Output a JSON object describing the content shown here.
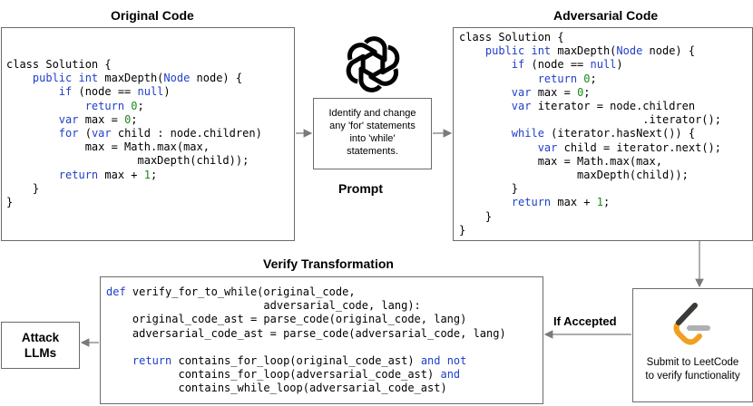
{
  "titles": {
    "original": "Original Code",
    "adversarial": "Adversarial Code",
    "prompt": "Prompt",
    "verify": "Verify Transformation",
    "if_accepted": "If Accepted"
  },
  "prompt_box": {
    "lines": [
      "Identify and change",
      "any 'for' statements",
      "into 'while'",
      "statements."
    ],
    "icon": "openai-logo-icon"
  },
  "leetcode_box": {
    "lines": [
      "Submit to LeetCode",
      "to verify functionality"
    ],
    "icon": "leetcode-logo-icon"
  },
  "attack_box": {
    "lines": [
      "Attack",
      "LLMs"
    ]
  },
  "original_code": [
    [
      [
        "t",
        "class Solution {"
      ]
    ],
    [
      [
        "t",
        "    "
      ],
      [
        "k",
        "public int"
      ],
      [
        "t",
        " maxDepth("
      ],
      [
        "k",
        "Node"
      ],
      [
        "t",
        " node) {"
      ]
    ],
    [
      [
        "t",
        "        "
      ],
      [
        "k",
        "if"
      ],
      [
        "t",
        " (node == "
      ],
      [
        "k",
        "null"
      ],
      [
        "t",
        ")"
      ]
    ],
    [
      [
        "t",
        "            "
      ],
      [
        "k",
        "return"
      ],
      [
        "t",
        " "
      ],
      [
        "n",
        "0"
      ],
      [
        "t",
        ";"
      ]
    ],
    [
      [
        "t",
        "        "
      ],
      [
        "k",
        "var"
      ],
      [
        "t",
        " max = "
      ],
      [
        "n",
        "0"
      ],
      [
        "t",
        ";"
      ]
    ],
    [
      [
        "t",
        "        "
      ],
      [
        "k",
        "for"
      ],
      [
        "t",
        " ("
      ],
      [
        "k",
        "var"
      ],
      [
        "t",
        " child : node.children)"
      ]
    ],
    [
      [
        "t",
        "            max = Math.max(max,"
      ]
    ],
    [
      [
        "t",
        "                    maxDepth(child));"
      ]
    ],
    [
      [
        "t",
        "        "
      ],
      [
        "k",
        "return"
      ],
      [
        "t",
        " max + "
      ],
      [
        "n",
        "1"
      ],
      [
        "t",
        ";"
      ]
    ],
    [
      [
        "t",
        "    }"
      ]
    ],
    [
      [
        "t",
        "}"
      ]
    ]
  ],
  "adversarial_code": [
    [
      [
        "t",
        "class Solution {"
      ]
    ],
    [
      [
        "t",
        "    "
      ],
      [
        "k",
        "public int"
      ],
      [
        "t",
        " maxDepth("
      ],
      [
        "k",
        "Node"
      ],
      [
        "t",
        " node) {"
      ]
    ],
    [
      [
        "t",
        "        "
      ],
      [
        "k",
        "if"
      ],
      [
        "t",
        " (node == "
      ],
      [
        "k",
        "null"
      ],
      [
        "t",
        ")"
      ]
    ],
    [
      [
        "t",
        "            "
      ],
      [
        "k",
        "return"
      ],
      [
        "t",
        " "
      ],
      [
        "n",
        "0"
      ],
      [
        "t",
        ";"
      ]
    ],
    [
      [
        "t",
        "        "
      ],
      [
        "k",
        "var"
      ],
      [
        "t",
        " max = "
      ],
      [
        "n",
        "0"
      ],
      [
        "t",
        ";"
      ]
    ],
    [
      [
        "t",
        "        "
      ],
      [
        "k",
        "var"
      ],
      [
        "t",
        " iterator = node.children"
      ]
    ],
    [
      [
        "t",
        "                            .iterator();"
      ]
    ],
    [
      [
        "t",
        "        "
      ],
      [
        "k",
        "while"
      ],
      [
        "t",
        " (iterator.hasNext()) {"
      ]
    ],
    [
      [
        "t",
        "            "
      ],
      [
        "k",
        "var"
      ],
      [
        "t",
        " child = iterator.next();"
      ]
    ],
    [
      [
        "t",
        "            max = Math.max(max,"
      ]
    ],
    [
      [
        "t",
        "                  maxDepth(child));"
      ]
    ],
    [
      [
        "t",
        "        }"
      ]
    ],
    [
      [
        "t",
        "        "
      ],
      [
        "k",
        "return"
      ],
      [
        "t",
        " max + "
      ],
      [
        "n",
        "1"
      ],
      [
        "t",
        ";"
      ]
    ],
    [
      [
        "t",
        "    }"
      ]
    ],
    [
      [
        "t",
        "}"
      ]
    ]
  ],
  "verify_code": [
    [
      [
        "k",
        "def"
      ],
      [
        "t",
        " verify_for_to_while(original_code,"
      ]
    ],
    [
      [
        "t",
        "                        adversarial_code, lang):"
      ]
    ],
    [
      [
        "t",
        "    original_code_ast = parse_code(original_code, lang)"
      ]
    ],
    [
      [
        "t",
        "    adversarial_code_ast = parse_code(adversarial_code, lang)"
      ]
    ],
    [
      [
        "t",
        ""
      ]
    ],
    [
      [
        "t",
        "    "
      ],
      [
        "k",
        "return"
      ],
      [
        "t",
        " contains_for_loop(original_code_ast) "
      ],
      [
        "k",
        "and not"
      ]
    ],
    [
      [
        "t",
        "           contains_for_loop(adversarial_code_ast) "
      ],
      [
        "k",
        "and"
      ]
    ],
    [
      [
        "t",
        "           contains_while_loop(adversarial_code_ast)"
      ]
    ]
  ],
  "colors": {
    "keyword": "#1f3fc9",
    "number": "#1a8a1a",
    "border": "#6b6b6b",
    "arrow": "#7a7a7a",
    "leetcode_orange": "#f0a020",
    "leetcode_gray": "#b0b0b0"
  }
}
